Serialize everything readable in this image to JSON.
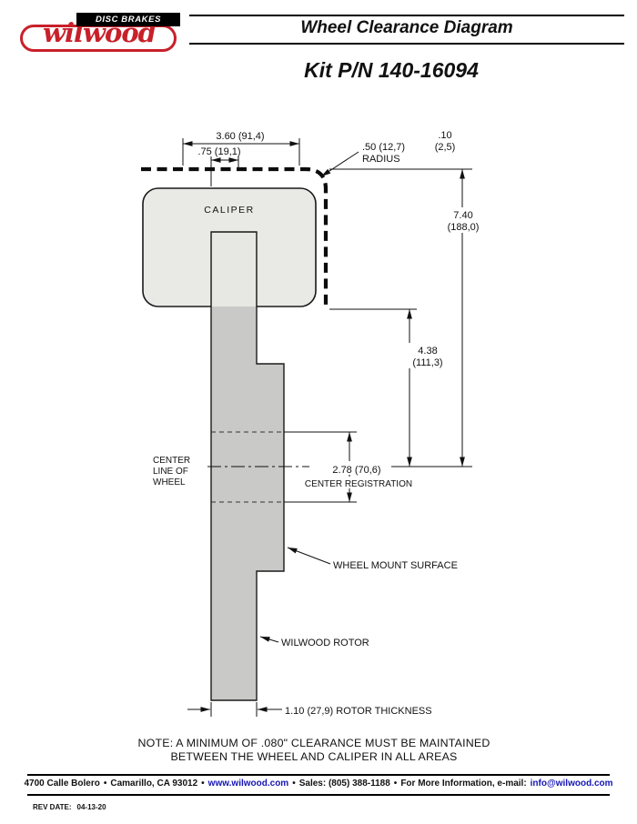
{
  "colors": {
    "accent_red": "#c8202a",
    "link_blue": "#1515b5"
  },
  "logo": {
    "disc_brakes": "DISC BRAKES",
    "brand": "wilwood"
  },
  "header": {
    "title": "Wheel Clearance Diagram"
  },
  "kit": {
    "title": "Kit P/N 140-16094"
  },
  "diagram": {
    "caliper_label": "CALIPER",
    "dim_360": "3.60 (91,4)",
    "dim_75": ".75 (19,1)",
    "radius_line1": ".50 (12,7)",
    "radius_line2": "RADIUS",
    "dim_10_line1": ".10",
    "dim_10_line2": "(2,5)",
    "dim_740_line1": "7.40",
    "dim_740_line2": "(188,0)",
    "dim_438_line1": "4.38",
    "dim_438_line2": "(111,3)",
    "dim_278": "2.78 (70,6)",
    "center_registration": "CENTER REGISTRATION",
    "centerline_line1": "CENTER",
    "centerline_line2": "LINE OF",
    "centerline_line3": "WHEEL",
    "wheel_mount_surface": "WHEEL MOUNT SURFACE",
    "wilwood_rotor": "WILWOOD ROTOR",
    "rotor_thickness": "1.10 (27,9) ROTOR THICKNESS"
  },
  "note": {
    "line1": "NOTE: A MINIMUM OF .080\" CLEARANCE MUST BE MAINTAINED",
    "line2": "BETWEEN THE WHEEL AND CALIPER IN ALL AREAS"
  },
  "footer": {
    "address": "4700 Calle Bolero",
    "city": "Camarillo, CA 93012",
    "web": "www.wilwood.com",
    "sales": "Sales: (805) 388-1188",
    "info_prefix": "For More Information, e-mail:",
    "email": "info@wilwood.com",
    "bullet": "•"
  },
  "rev": {
    "label": "REV DATE:",
    "date": "04-13-20"
  }
}
